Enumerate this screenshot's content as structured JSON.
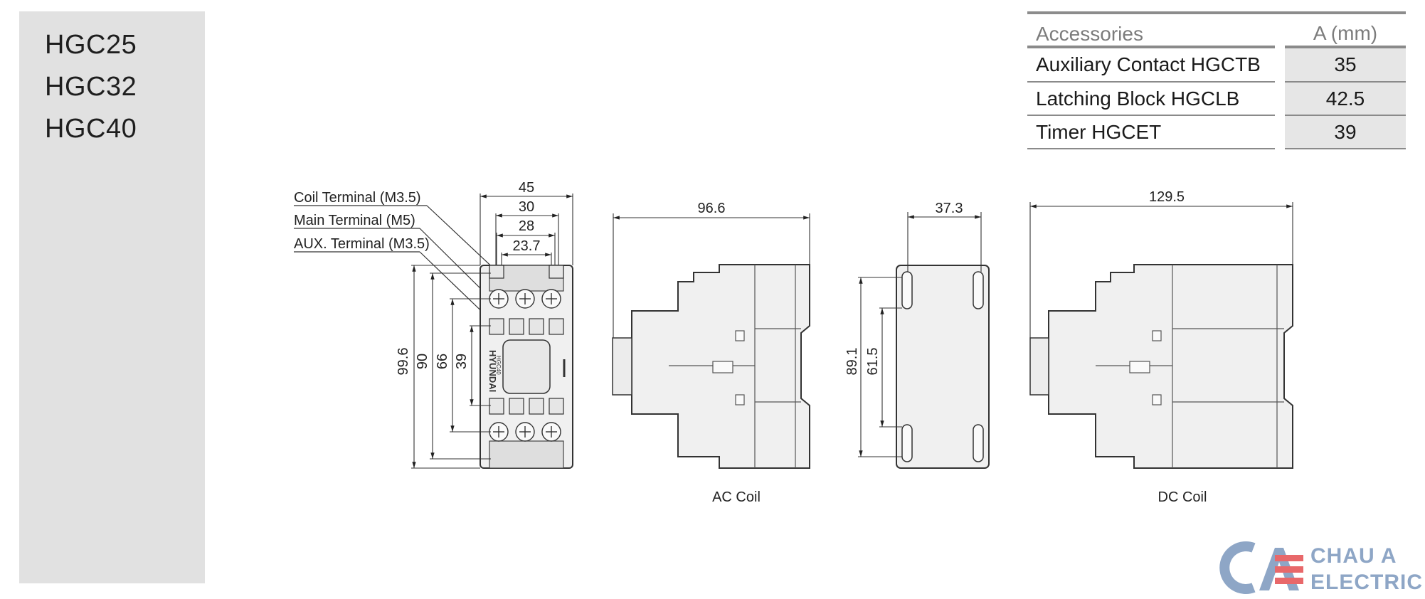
{
  "models": [
    "HGC25",
    "HGC32",
    "HGC40"
  ],
  "accessories": {
    "header": {
      "name": "Accessories",
      "value": "A (mm)"
    },
    "rows": [
      {
        "name": "Auxiliary Contact HGCTB",
        "value": "35"
      },
      {
        "name": "Latching Block HGCLB",
        "value": "42.5"
      },
      {
        "name": "Timer HGCET",
        "value": "39"
      }
    ]
  },
  "front_view": {
    "labels": {
      "coil_terminal": "Coil Terminal (M3.5)",
      "main_terminal": "Main Terminal (M5)",
      "aux_terminal": "AUX. Terminal (M3.5)"
    },
    "dims_horizontal": [
      "45",
      "30",
      "28",
      "23.7"
    ],
    "dims_vertical": [
      "99.6",
      "90",
      "66",
      "39"
    ],
    "brand": "HYUNDAI",
    "model_mark": "HGC40"
  },
  "ac_side_view": {
    "width": "96.6",
    "caption": "AC Coil"
  },
  "mounting_view": {
    "width": "37.3",
    "height_outer": "89.1",
    "height_inner": "61.5"
  },
  "dc_side_view": {
    "width": "129.5",
    "caption": "DC Coil"
  },
  "logo": {
    "line1": "CHAU A",
    "line2": "ELECTRIC",
    "colors": {
      "blue": "#8ea6c6",
      "red": "#e8686a"
    }
  }
}
